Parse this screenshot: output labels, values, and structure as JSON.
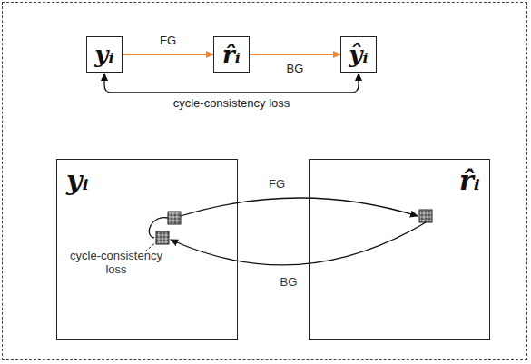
{
  "diagram": {
    "nodes": [
      {
        "text": [
          "yᵢ"
        ]
      },
      {
        "text": [
          "r̂ᵢ"
        ]
      },
      {
        "text": [
          "ŷᵢ"
        ]
      },
      {
        "text": [
          "yᵢ"
        ]
      },
      {
        "text": [
          "r̂ᵢ"
        ]
      }
    ],
    "edges": [
      {
        "from": 0,
        "to": 1,
        "label": "FG",
        "arrow": "to"
      },
      {
        "from": 1,
        "to": 2,
        "label": "BG",
        "arrow": "to"
      },
      {
        "from": 0,
        "to": 2,
        "label": "cycle-consistency loss",
        "arrow": "both"
      }
    ],
    "labels": [
      "FG",
      "BG",
      "cycle-consistency loss"
    ]
  }
}
